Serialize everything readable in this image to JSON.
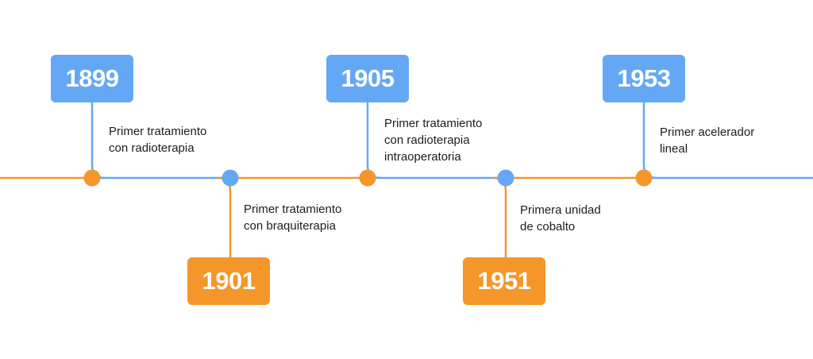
{
  "colors": {
    "blue": "#64a8f5",
    "orange": "#f5962a"
  },
  "events": [
    {
      "year": "1899",
      "label": "Primer tratamiento\ncon radioterapia",
      "color": "orange",
      "box_color": "blue"
    },
    {
      "year": "1901",
      "label": "Primer tratamiento\ncon braquiterapia",
      "color": "blue",
      "box_color": "orange"
    },
    {
      "year": "1905",
      "label": "Primer tratamiento\ncon radioterapia\nintraoperatoria",
      "color": "orange",
      "box_color": "blue"
    },
    {
      "year": "1951",
      "label": "Primera unidad\nde cobalto",
      "color": "blue",
      "box_color": "orange"
    },
    {
      "year": "1953",
      "label": "Primer acelerador\nlineal",
      "color": "orange",
      "box_color": "blue"
    }
  ]
}
